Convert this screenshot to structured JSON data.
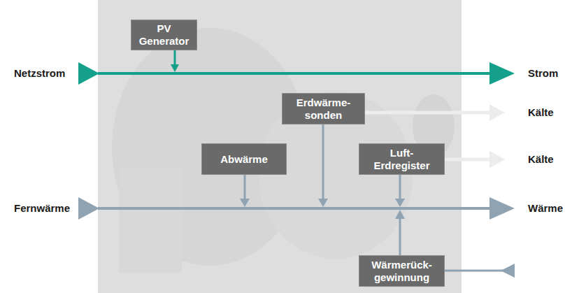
{
  "diagram": {
    "nodes": [
      {
        "text": [
          "PV Generator"
        ]
      },
      {
        "text": [
          "Erdwärme- sonden"
        ]
      },
      {
        "text": [
          "Abwärme"
        ]
      },
      {
        "text": [
          "Luft- Erdregister"
        ]
      },
      {
        "text": [
          "Wärmerück- gewinnung"
        ]
      }
    ],
    "labels": [
      "Netzstrom",
      "Strom",
      "Kälte",
      "Kälte",
      "Fernwärme",
      "Wärme"
    ]
  }
}
